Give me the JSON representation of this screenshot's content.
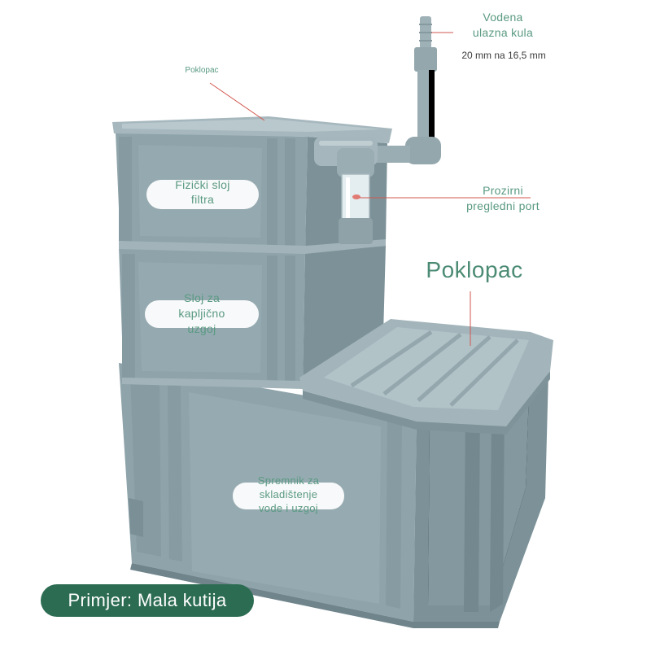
{
  "labels": {
    "inlet_tower": [
      "Vodena",
      "ulazna kula"
    ],
    "inlet_size": "20 mm na 16,5 mm",
    "lid_small": "Poklopac",
    "filter_layer": [
      "Fizički sloj",
      "filtra"
    ],
    "viewing_port": [
      "Prozirni",
      "pregledni port"
    ],
    "lid_large": "Poklopac",
    "drip_layer": [
      "Sloj za",
      "kapljično",
      "uzgoj"
    ],
    "storage_tank": [
      "Spremnik za",
      "skladištenje",
      "vode i uzgoj"
    ],
    "example_badge": "Primjer: Mala kutija"
  },
  "colors": {
    "label_text": "#5a9a82",
    "badge_background": "#2c6c53",
    "annotation_line": "#d2574f",
    "box_plastic": "#8ea3aa"
  }
}
